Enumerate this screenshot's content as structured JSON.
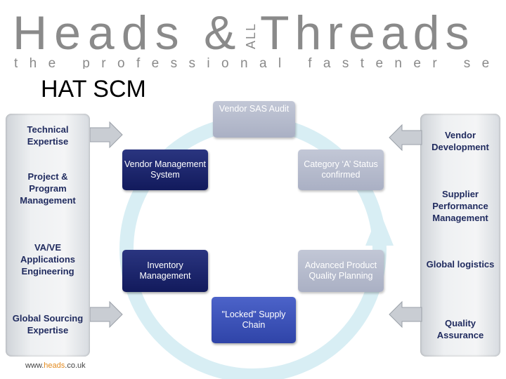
{
  "logo": {
    "heads": "Heads",
    "amp": "&",
    "all": "ALL",
    "threads": "Threads",
    "tagline": "the professional fastener service"
  },
  "heading": "HAT SCM",
  "left_column": [
    "Technical Expertise",
    "Project & Program Management",
    "VA/VE Applications Engineering",
    "Global Sourcing Expertise"
  ],
  "right_column": [
    "Vendor Development",
    "Supplier Performance Management",
    "Global logistics",
    "Quality Assurance"
  ],
  "center": {
    "vendor_sas_audit": "Vendor SAS Audit",
    "vendor_management_system": "Vendor Management System",
    "category_a": "Category ‘A’ Status confirmed",
    "inventory_management": "Inventory Management",
    "apqp": "Advanced Product Quality Planning",
    "locked_supply_chain": "\"Locked\" Supply Chain"
  },
  "footer": {
    "prefix": "www.",
    "accent": "heads",
    "suffix": ".co.uk"
  },
  "colors": {
    "navy": "#1f2a5e",
    "grey_text": "#8a8a8a",
    "accent_orange": "#e28a1e"
  }
}
